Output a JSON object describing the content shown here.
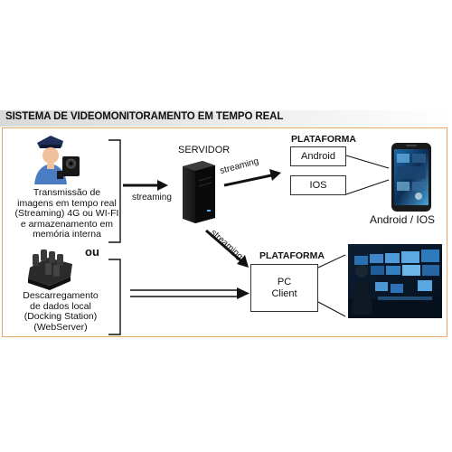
{
  "title": "SISTEMA DE VIDEOMONITORAMENTO EM TEMPO REAL",
  "left": {
    "transmission_text": [
      "Transmissão de",
      "imagens em tempo real",
      "(Streaming) 4G ou WI-FI",
      "e armazenamento em",
      "memória interna"
    ],
    "or_label": "ou",
    "download_text": [
      "Descarregamento",
      "de dados local",
      "(Docking Station)",
      "(WebServer)"
    ]
  },
  "server": {
    "label": "SERVIDOR"
  },
  "arrows": {
    "in_label": "streaming",
    "to_platform_label": "streaming",
    "to_pc_label": "streaming"
  },
  "platform_top": {
    "header": "PLATAFORMA",
    "items": [
      "Android",
      "IOS"
    ],
    "device_caption": "Android / IOS"
  },
  "platform_bottom": {
    "header": "PLATAFORMA",
    "box": [
      "PC",
      "Client"
    ]
  },
  "colors": {
    "frame": "#e8a76a",
    "line": "#111111"
  }
}
